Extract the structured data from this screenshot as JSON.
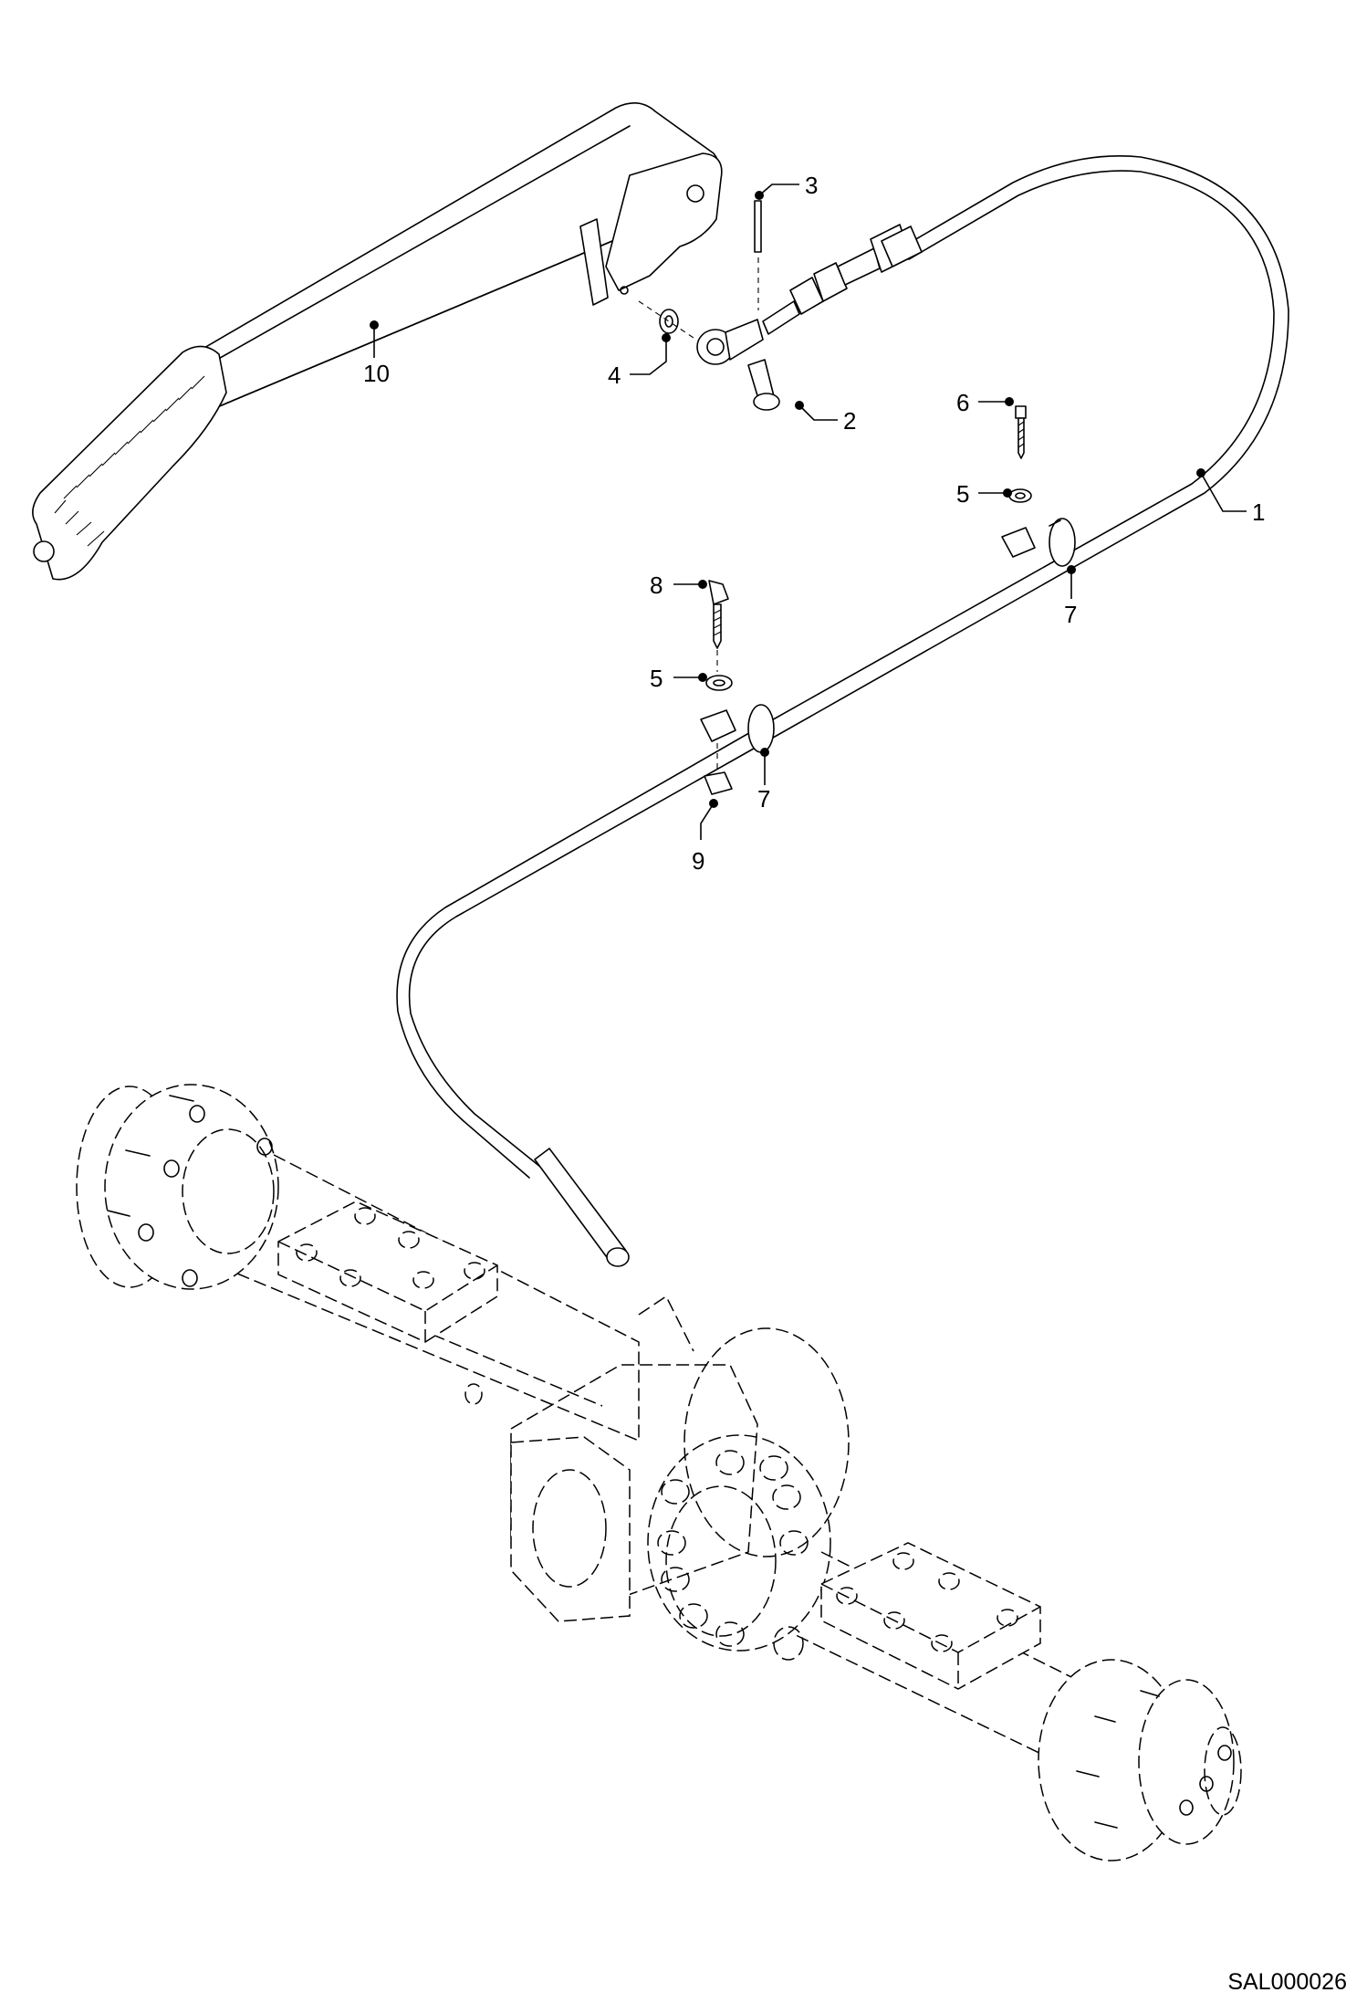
{
  "drawing_id": "SAL000026",
  "callouts": [
    {
      "id": "callout-10",
      "label": "10"
    },
    {
      "id": "callout-3",
      "label": "3"
    },
    {
      "id": "callout-4",
      "label": "4"
    },
    {
      "id": "callout-2",
      "label": "2"
    },
    {
      "id": "callout-1",
      "label": "1"
    },
    {
      "id": "callout-6",
      "label": "6"
    },
    {
      "id": "callout-5a",
      "label": "5"
    },
    {
      "id": "callout-7a",
      "label": "7"
    },
    {
      "id": "callout-8",
      "label": "8"
    },
    {
      "id": "callout-5b",
      "label": "5"
    },
    {
      "id": "callout-7b",
      "label": "7"
    },
    {
      "id": "callout-9",
      "label": "9"
    }
  ]
}
